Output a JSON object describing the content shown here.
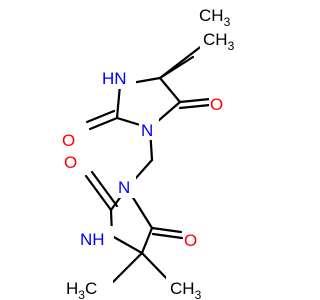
{
  "colors": {
    "background": "#ffffff",
    "carbon": "#000000",
    "nitrogen": "#0000ff",
    "oxygen": "#ff0000"
  },
  "atoms": {
    "top_ring": {
      "n_h": {
        "text": "HN",
        "element": "N"
      },
      "n_sub": {
        "text": "N",
        "element": "N"
      },
      "o_left": {
        "text": "O",
        "element": "O"
      },
      "o_right": {
        "text": "O",
        "element": "O"
      },
      "methyl_upper": {
        "text": "CH3",
        "element": "C"
      },
      "methyl_lower": {
        "text": "CH3",
        "element": "C"
      }
    },
    "bottom_ring": {
      "n_sub": {
        "text": "N",
        "element": "N"
      },
      "n_h": {
        "text": "NH",
        "element": "N"
      },
      "o_upper": {
        "text": "O",
        "element": "O"
      },
      "o_right": {
        "text": "O",
        "element": "O"
      },
      "methyl_left": {
        "text": "H3C",
        "element": "C"
      },
      "methyl_right": {
        "text": "CH3",
        "element": "C"
      }
    }
  }
}
